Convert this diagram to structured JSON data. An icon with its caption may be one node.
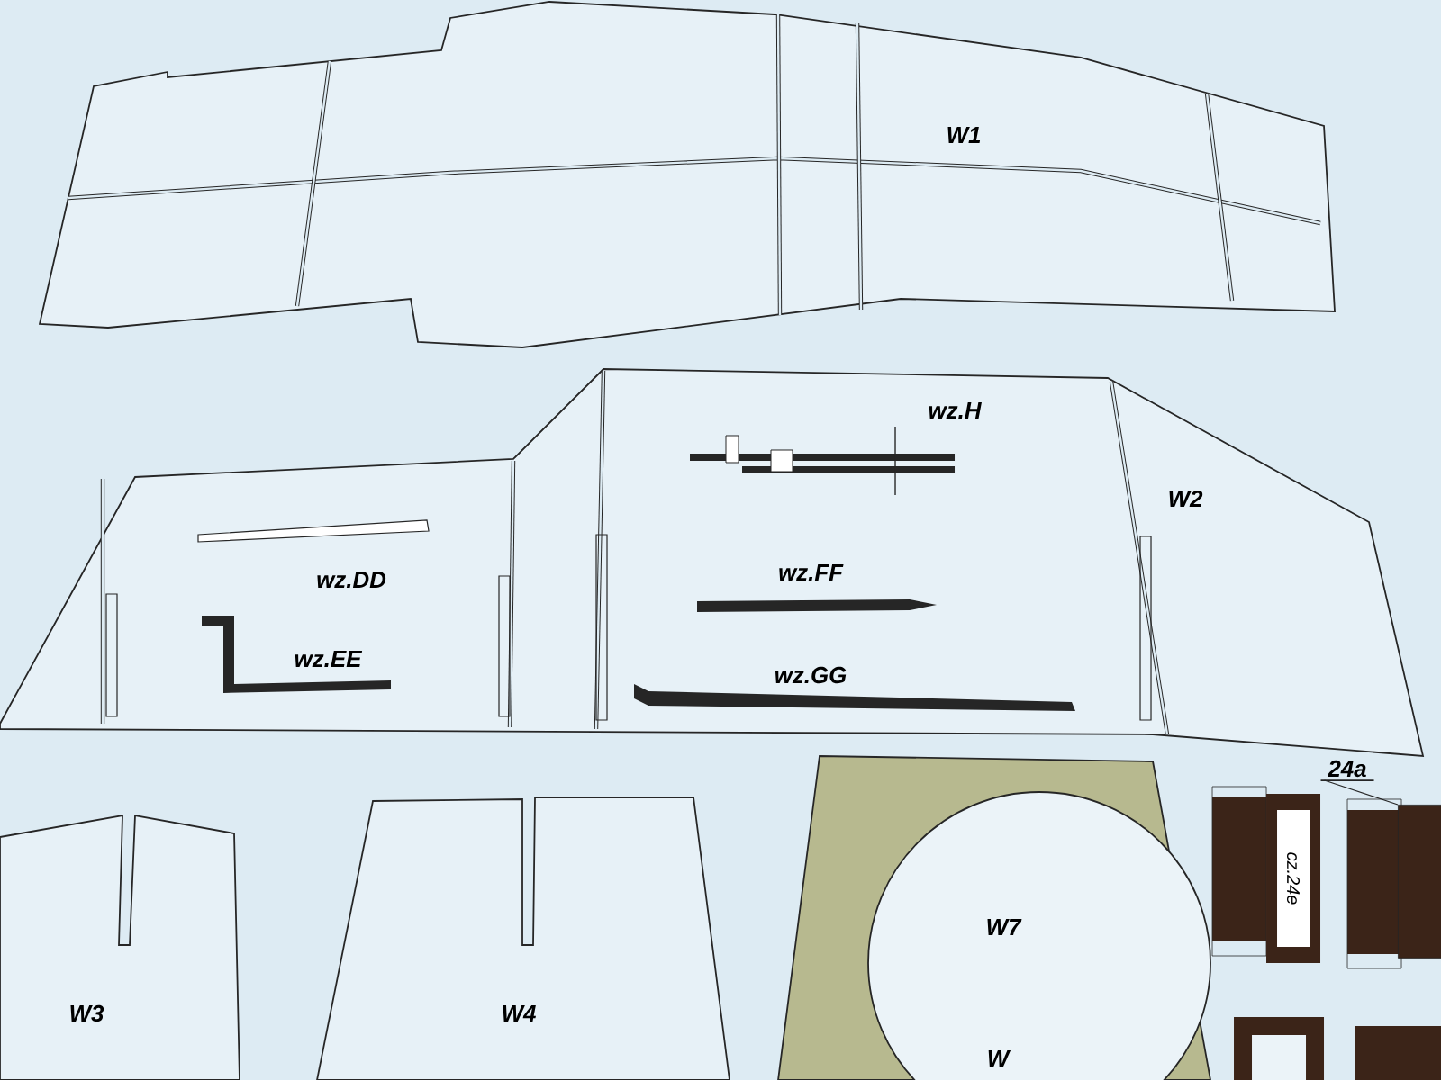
{
  "diagram": {
    "nodes": [
      {
        "text": [
          "W1"
        ]
      },
      {
        "text": [
          "W2"
        ]
      },
      {
        "text": [
          "W3"
        ]
      },
      {
        "text": [
          "W4"
        ]
      },
      {
        "text": [
          "W7",
          "W"
        ]
      },
      {
        "text": [
          "24a"
        ]
      },
      {
        "text": [],
        "shape": "box"
      }
    ],
    "edges": [
      {
        "from": 5,
        "to": 6,
        "arrow": "none"
      }
    ],
    "labels": [
      "wz.H",
      "wz.DD",
      "wz.FF",
      "wz.EE",
      "wz.GG",
      "cz.24e"
    ]
  }
}
